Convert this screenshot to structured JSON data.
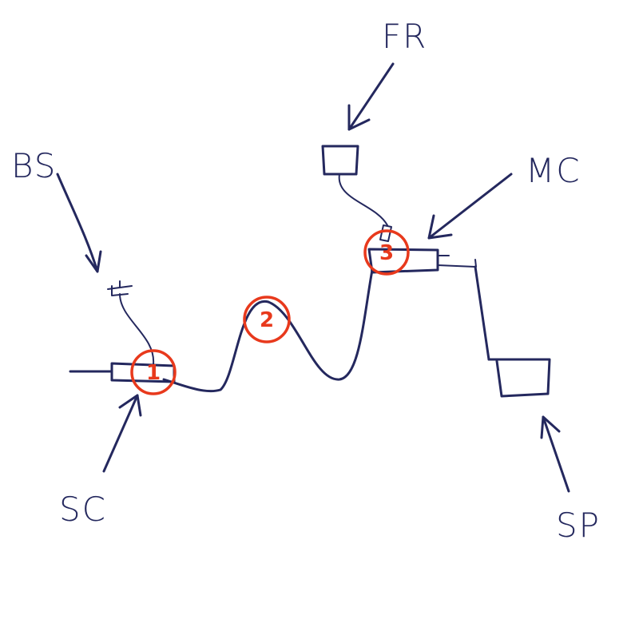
{
  "labels": {
    "fr": "FR",
    "mc": "MC",
    "bs": "BS",
    "sc": "SC",
    "sp": "SP"
  },
  "markers": [
    "1",
    "2",
    "3"
  ],
  "colors": {
    "ink": "#24285e",
    "marker": "#e8391c"
  }
}
